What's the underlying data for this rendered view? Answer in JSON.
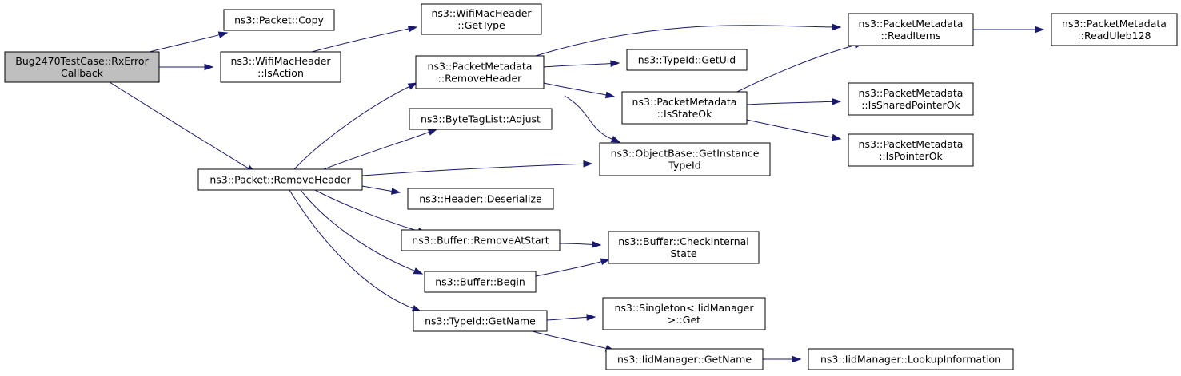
{
  "diagram": {
    "nodes": [
      {
        "id": "root",
        "lines": [
          "Bug2470TestCase::RxError",
          "Callback"
        ],
        "root": true
      },
      {
        "id": "copy",
        "lines": [
          "ns3::Packet::Copy"
        ]
      },
      {
        "id": "isaction",
        "lines": [
          "ns3::WifiMacHeader",
          "::IsAction"
        ]
      },
      {
        "id": "gettype",
        "lines": [
          "ns3::WifiMacHeader",
          "::GetType"
        ]
      },
      {
        "id": "pkt_removeheader",
        "lines": [
          "ns3::Packet::RemoveHeader"
        ]
      },
      {
        "id": "pm_removeheader",
        "lines": [
          "ns3::PacketMetadata",
          "::RemoveHeader"
        ]
      },
      {
        "id": "btl_adjust",
        "lines": [
          "ns3::ByteTagList::Adjust"
        ]
      },
      {
        "id": "hdr_deserialize",
        "lines": [
          "ns3::Header::Deserialize"
        ]
      },
      {
        "id": "buf_removeatstart",
        "lines": [
          "ns3::Buffer::RemoveAtStart"
        ]
      },
      {
        "id": "buf_begin",
        "lines": [
          "ns3::Buffer::Begin"
        ]
      },
      {
        "id": "tid_getname",
        "lines": [
          "ns3::TypeId::GetName"
        ]
      },
      {
        "id": "tid_getuid",
        "lines": [
          "ns3::TypeId::GetUid"
        ]
      },
      {
        "id": "pm_isstateok",
        "lines": [
          "ns3::PacketMetadata",
          "::IsStateOk"
        ]
      },
      {
        "id": "ob_getinstancetypeid",
        "lines": [
          "ns3::ObjectBase::GetInstance",
          "TypeId"
        ]
      },
      {
        "id": "buf_checkinternalstate",
        "lines": [
          "ns3::Buffer::CheckInternal",
          "State"
        ]
      },
      {
        "id": "singleton_get",
        "lines": [
          "ns3::Singleton< IidManager",
          ">::Get"
        ]
      },
      {
        "id": "iid_getname",
        "lines": [
          "ns3::IidManager::GetName"
        ]
      },
      {
        "id": "pm_readitems",
        "lines": [
          "ns3::PacketMetadata",
          "::ReadItems"
        ]
      },
      {
        "id": "pm_issharedpointerok",
        "lines": [
          "ns3::PacketMetadata",
          "::IsSharedPointerOk"
        ]
      },
      {
        "id": "pm_ispointerok",
        "lines": [
          "ns3::PacketMetadata",
          "::IsPointerOk"
        ]
      },
      {
        "id": "iid_lookupinformation",
        "lines": [
          "ns3::IidManager::LookupInformation"
        ]
      },
      {
        "id": "pm_readuleb128",
        "lines": [
          "ns3::PacketMetadata",
          "::ReadUleb128"
        ]
      }
    ],
    "edges": [
      {
        "from": "root",
        "to": "copy"
      },
      {
        "from": "root",
        "to": "isaction"
      },
      {
        "from": "root",
        "to": "pkt_removeheader"
      },
      {
        "from": "isaction",
        "to": "gettype"
      },
      {
        "from": "pkt_removeheader",
        "to": "pm_removeheader"
      },
      {
        "from": "pkt_removeheader",
        "to": "btl_adjust"
      },
      {
        "from": "pkt_removeheader",
        "to": "ob_getinstancetypeid"
      },
      {
        "from": "pkt_removeheader",
        "to": "hdr_deserialize"
      },
      {
        "from": "pkt_removeheader",
        "to": "buf_removeatstart"
      },
      {
        "from": "pkt_removeheader",
        "to": "buf_begin"
      },
      {
        "from": "pkt_removeheader",
        "to": "tid_getname"
      },
      {
        "from": "pm_removeheader",
        "to": "pm_readitems"
      },
      {
        "from": "pm_removeheader",
        "to": "tid_getuid"
      },
      {
        "from": "pm_removeheader",
        "to": "pm_isstateok"
      },
      {
        "from": "pm_removeheader",
        "to": "ob_getinstancetypeid"
      },
      {
        "from": "pm_isstateok",
        "to": "pm_readitems"
      },
      {
        "from": "pm_isstateok",
        "to": "pm_issharedpointerok"
      },
      {
        "from": "pm_isstateok",
        "to": "pm_ispointerok"
      },
      {
        "from": "pm_readitems",
        "to": "pm_readuleb128"
      },
      {
        "from": "buf_removeatstart",
        "to": "buf_checkinternalstate"
      },
      {
        "from": "buf_begin",
        "to": "buf_checkinternalstate"
      },
      {
        "from": "tid_getname",
        "to": "singleton_get"
      },
      {
        "from": "tid_getname",
        "to": "iid_getname"
      },
      {
        "from": "iid_getname",
        "to": "iid_lookupinformation"
      }
    ]
  },
  "colors": {
    "edge": "#191970",
    "root_fill": "#bfbfbf",
    "node_fill": "#ffffff",
    "node_stroke": "#000000"
  }
}
